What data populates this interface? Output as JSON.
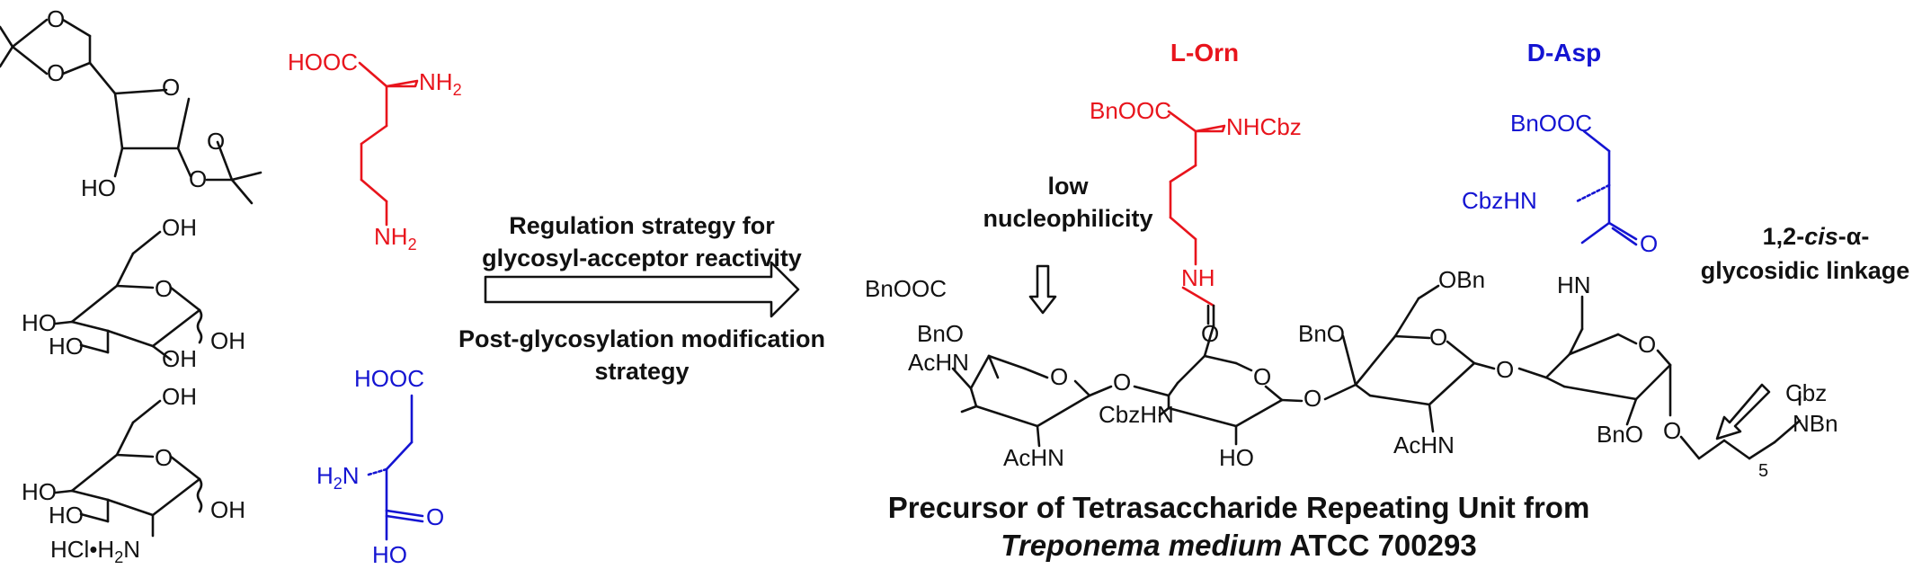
{
  "colors": {
    "black": "#111111",
    "ornithine": "#e8141c",
    "aspartate": "#1414d2"
  },
  "labels": {
    "orn_title": "L-Orn",
    "asp_title": "D-Asp",
    "low_nuc_1": "low",
    "low_nuc_2": "nucleophilicity",
    "cis_1": "1,2-",
    "cis_2": "cis",
    "cis_3": "-α-",
    "cis_4": "glycosidic linkage",
    "arrow_top_1": "Regulation strategy for",
    "arrow_top_2": "glycosyl-acceptor reactivity",
    "arrow_bot_1": "Post-glycosylation modification",
    "arrow_bot_2": "strategy",
    "caption_1": "Precursor of Tetrasaccharide Repeating Unit from",
    "caption_2a": "Treponema medium",
    "caption_2b": " ATCC 700293"
  },
  "atoms": {
    "dia_O1": "O",
    "dia_O2": "O",
    "dia_O3": "O",
    "dia_O4": "O",
    "dia_O5": "O",
    "dia_HO": "HO",
    "orn_HOOC": "HOOC",
    "orn_NH2a": "NH",
    "orn_NH2a_sub": "2",
    "orn_NH2b": "NH",
    "orn_NH2b_sub": "2",
    "glc_OH6": "OH",
    "glc_O": "O",
    "glc_HO4": "HO",
    "glc_HO3": "HO",
    "glc_OH2": "OH",
    "glc_OH1": "OH",
    "glcn_OH6": "OH",
    "glcn_O": "O",
    "glcn_HO4": "HO",
    "glcn_HO3": "HO",
    "glcn_N": "HCl•H",
    "glcn_N_sub": "2",
    "glcn_N_tail": "N",
    "glcn_OH1": "OH",
    "asp_HOOC": "HOOC",
    "asp_H2N_H": "H",
    "asp_H2N_sub": "2",
    "asp_H2N_N": "N",
    "asp_O": "O",
    "asp_HO": "HO",
    "p_orn_ester": "BnOOC",
    "p_orn_NH": "NHCbz",
    "p_orn_amideNH": "NH",
    "p_orn_amideO": "O",
    "p_asp_ester": "BnOOC",
    "p_asp_NH": "CbzHN",
    "p_asp_O": "O",
    "p_asp_HN": "HN",
    "r1_acid": "BnOOC",
    "r1_BnO": "BnO",
    "r1_AcHN": "AcHN",
    "r1_ringO": "O",
    "r1_glyO": "O",
    "r2_AcHN": "AcHN",
    "r2_CbzHN": "CbzHN",
    "r2_ringO": "O",
    "r2_HO": "HO",
    "r2_glyO": "O",
    "r3_OBn": "OBn",
    "r3_BnO": "BnO",
    "r3_ringO": "O",
    "r3_AcHN": "AcHN",
    "r3_glyO": "O",
    "r4_ringO": "O",
    "r4_BnO": "BnO",
    "r4_O": "O",
    "linker_sub": "5",
    "linker_Cbz": "Cbz",
    "linker_NBn": "NBn"
  }
}
